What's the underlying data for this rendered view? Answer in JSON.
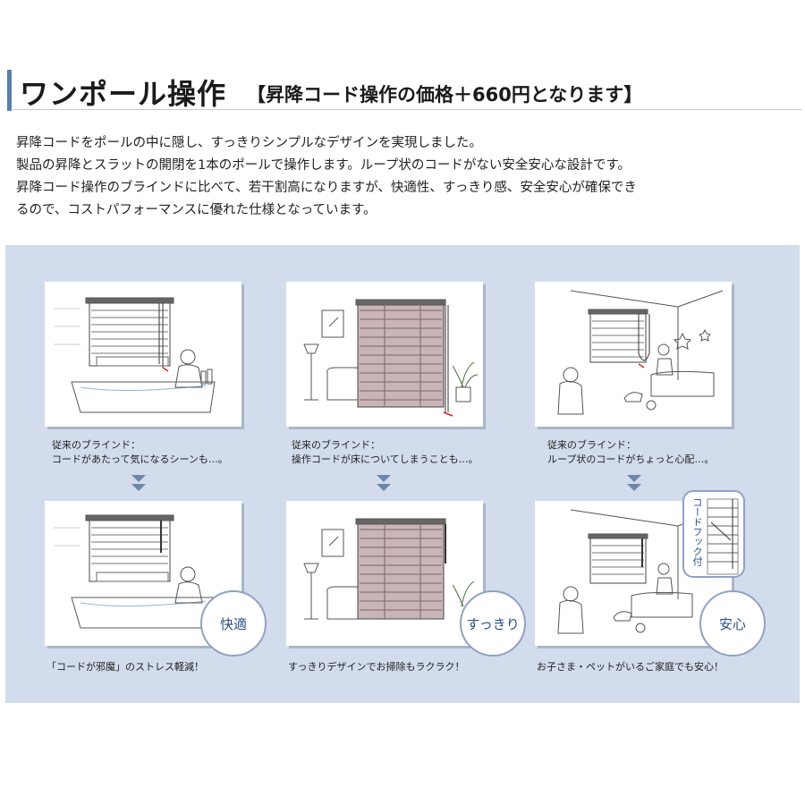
{
  "header": {
    "title": "ワンポール操作",
    "subtitle": "【昇降コード操作の価格＋660円となります】",
    "accent_color": "#5b7fa6"
  },
  "description": {
    "lines": [
      "昇降コードをポールの中に隠し、すっきりシンプルなデザインを実現しました。",
      "製品の昇降とスラットの開閉を1本のポールで操作します。ループ状のコードがない安全安心な設計です。",
      "昇降コード操作のブラインドに比べて、若干割高になりますが、快適性、すっきり感、安全安心が確保でき",
      "るので、コストパフォーマンスに優れた仕様となっています。"
    ]
  },
  "panel": {
    "background": "#d3dcec",
    "scenes": [
      {
        "before_caption_1": "従来のブラインド：",
        "before_caption_2": "コードがあたって気になるシーンも…。",
        "after_caption": "「コードが邪魔」のストレス軽減！",
        "badge": "快適"
      },
      {
        "before_caption_1": "従来のブラインド：",
        "before_caption_2": "操作コードが床についてしまうことも…。",
        "after_caption": "すっきりデザインでお掃除もラクラク！",
        "badge": "すっきり"
      },
      {
        "before_caption_1": "従来のブラインド：",
        "before_caption_2": "ループ状のコードがちょっと心配…。",
        "after_caption": "お子さま・ペットがいるご家庭でも安心！",
        "badge": "安心",
        "hook_label": "コードフック付"
      }
    ]
  },
  "icons": {
    "arrow": "double-chevron-down-icon",
    "bath_scene": "bathroom-blind-illustration",
    "living_scene": "living-room-blind-illustration",
    "kids_scene": "family-room-blind-illustration"
  }
}
